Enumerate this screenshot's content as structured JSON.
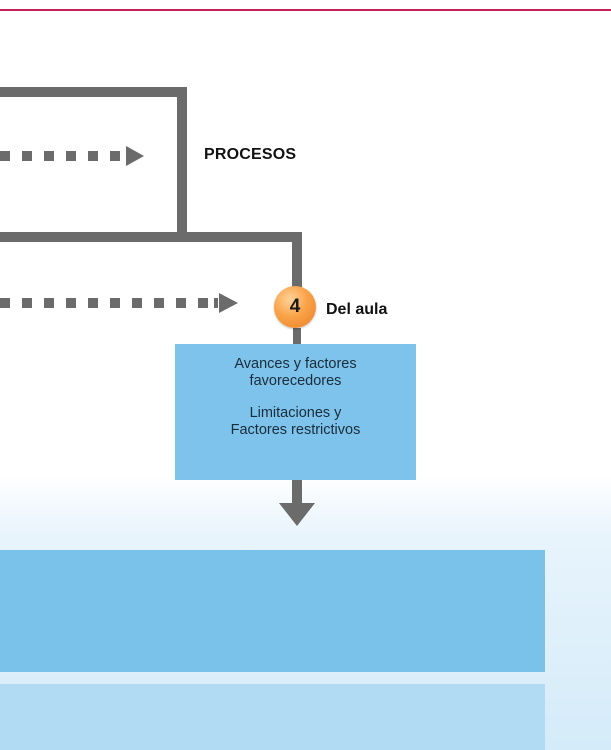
{
  "colors": {
    "rule": "#c8215a",
    "connector": "#6b6b6b",
    "box": "#7dc3eb",
    "band_dark": "#7bc2ea",
    "band_light": "#b0dbf3",
    "circle": "#f39a3d"
  },
  "labels": {
    "procesos": "PROCESOS",
    "step_number": "4",
    "step_title": "Del aula"
  },
  "info_box": {
    "line_1": "Avances y factores\nfavorecedores",
    "line_2": "Limitaciones y\nFactores restrictivos"
  }
}
